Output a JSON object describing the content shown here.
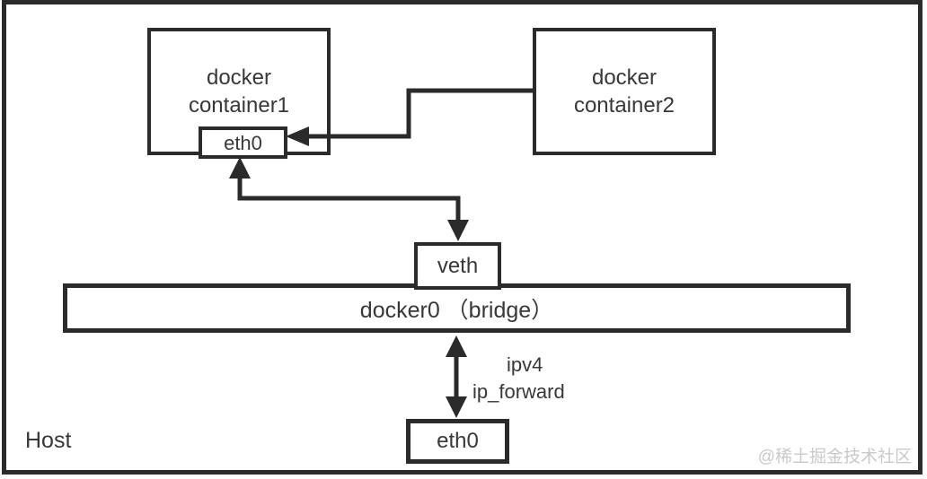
{
  "diagram": {
    "host_label": "Host",
    "boxes": {
      "container1": {
        "line1": "docker",
        "line2": "container1",
        "eth0": "eth0"
      },
      "container2": {
        "line1": "docker",
        "line2": "container2"
      },
      "veth": "veth",
      "docker0": "docker0 （bridge）",
      "host_eth0": "eth0"
    },
    "arrow_labels": {
      "ipv4": "ipv4",
      "ip_forward": "ip_forward"
    },
    "watermark": "@稀土掘金技术社区",
    "colors": {
      "stroke": "#2b2b2b",
      "text": "#383838",
      "watermark": "#c9c9c9",
      "background": "#ffffff"
    }
  }
}
